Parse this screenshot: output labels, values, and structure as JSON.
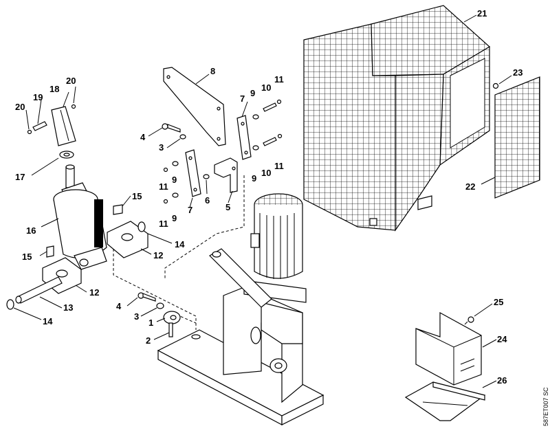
{
  "diagram": {
    "labels": {
      "p1": "1",
      "p2": "2",
      "p3a": "3",
      "p3b": "3",
      "p4a": "4",
      "p4b": "4",
      "p5": "5",
      "p6": "6",
      "p7a": "7",
      "p7b": "7",
      "p8": "8",
      "p9a": "9",
      "p9b": "9",
      "p9c": "9",
      "p9d": "9",
      "p10a": "10",
      "p10b": "10",
      "p11a": "11",
      "p11b": "11",
      "p11c": "11",
      "p11d": "11",
      "p12a": "12",
      "p12b": "12",
      "p13": "13",
      "p14a": "14",
      "p14b": "14",
      "p15a": "15",
      "p15b": "15",
      "p16": "16",
      "p17": "17",
      "p18": "18",
      "p19": "19",
      "p20a": "20",
      "p20b": "20",
      "p21": "21",
      "p22": "22",
      "p23": "23",
      "p24": "24",
      "p25": "25",
      "p26": "26"
    },
    "code": "587ET007 SC"
  }
}
